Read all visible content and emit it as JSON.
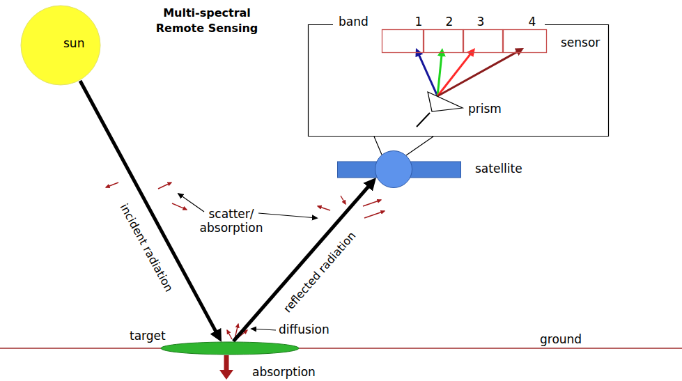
{
  "diagram": {
    "title": "Multi-spectral Remote Sensing",
    "nodes": [
      {
        "text": [
          "sun"
        ]
      },
      {
        "text": [
          "band"
        ]
      },
      {
        "text": [
          "sensor"
        ],
        "in": 1
      },
      {
        "text": [
          "1"
        ],
        "in": 2
      },
      {
        "text": [
          "2"
        ],
        "in": 2
      },
      {
        "text": [
          "3"
        ],
        "in": 2
      },
      {
        "text": [
          "4"
        ],
        "in": 2
      },
      {
        "text": [
          "prism"
        ],
        "in": 1
      },
      {
        "text": [
          "satellite"
        ]
      },
      {
        "text": [
          "target"
        ]
      }
    ],
    "edges": [
      {
        "from": 0,
        "to": 9,
        "arrow": "to",
        "label": "incident radiation"
      },
      {
        "from": 9,
        "to": 8,
        "arrow": "to",
        "label": "reflected radiation"
      },
      {
        "from": 7,
        "to": 3,
        "arrow": "to"
      },
      {
        "from": 7,
        "to": 4,
        "arrow": "to"
      },
      {
        "from": 7,
        "to": 5,
        "arrow": "to"
      },
      {
        "from": 7,
        "to": 6,
        "arrow": "to"
      },
      {
        "from": 8,
        "to": 1,
        "arrow": "none"
      }
    ],
    "labels": [
      "scatter/ absorption",
      "diffusion",
      "ground",
      "absorption"
    ]
  }
}
